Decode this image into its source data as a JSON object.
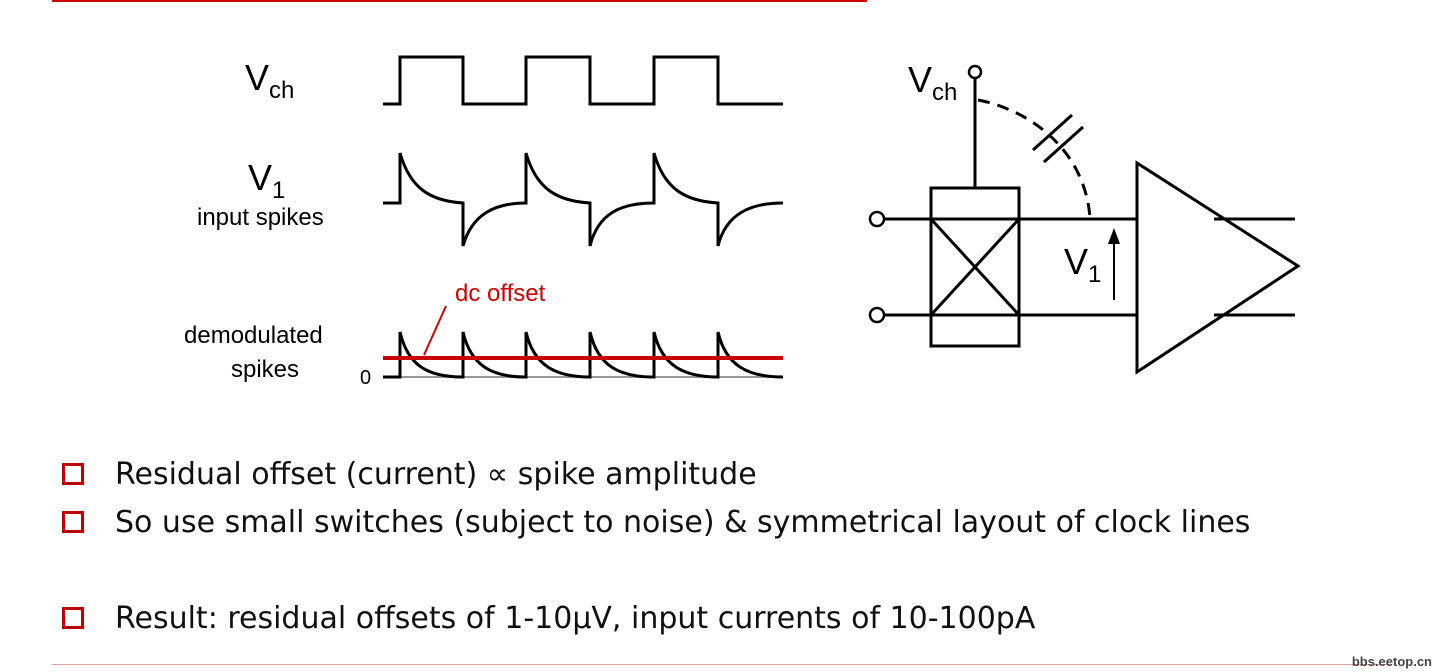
{
  "waveforms": {
    "vch_label": "V",
    "vch_sub": "ch",
    "v1_label": "V",
    "v1_sub": "1",
    "v1_caption": "input spikes",
    "demod_line1": "demodulated",
    "demod_line2": "spikes",
    "zero_label": "0",
    "dc_offset_label": "dc offset"
  },
  "circuit": {
    "vch_label": "V",
    "vch_sub": "ch",
    "v1_label": "V",
    "v1_sub": "1"
  },
  "bullets": [
    "Residual offset (current) ∝ spike amplitude",
    "So use small switches (subject to noise) & symmetrical layout of clock lines",
    "Result: residual offsets of 1-10μV, input currents of 10-100pA"
  ],
  "watermark": "bbs.eetop.cn",
  "colors": {
    "accent": "#cc0000",
    "stroke": "#000000",
    "text": "#111111"
  }
}
